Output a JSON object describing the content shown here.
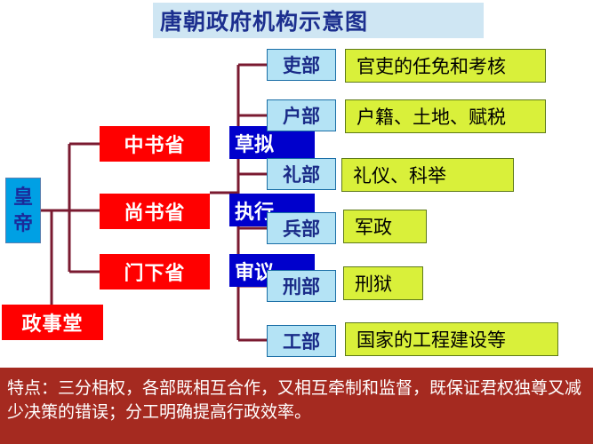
{
  "title": "唐朝政府机构示意图",
  "emperor": [
    "皇",
    "帝"
  ],
  "departments": [
    "中书省",
    "尚书省",
    "门下省"
  ],
  "functions": [
    "草拟",
    "执行",
    "审议"
  ],
  "zhengshitang": "政事堂",
  "ministries": [
    {
      "name": "吏部",
      "duty": "官吏的任免和考核"
    },
    {
      "name": "户部",
      "duty": "户籍、土地、赋税"
    },
    {
      "name": "礼部",
      "duty": "礼仪、科举"
    },
    {
      "name": "兵部",
      "duty": "军政"
    },
    {
      "name": "刑部",
      "duty": "刑狱"
    },
    {
      "name": "工部",
      "duty": "国家的工程建设等"
    }
  ],
  "footer": "特点：三分相权，各部既相互合作，又相互牵制和监督，既保证君权独尊又减少决策的错误；分工明确提高行政效率。",
  "colors": {
    "emperor_fill": "#00a0e4",
    "department_fill": "#ff0000",
    "function_fill": "#0000cc",
    "ministry_fill": "#b4e3f5",
    "duty_fill": "#d9f03a",
    "connector": "#7a1a30",
    "footer_fill": "#a52a20"
  }
}
